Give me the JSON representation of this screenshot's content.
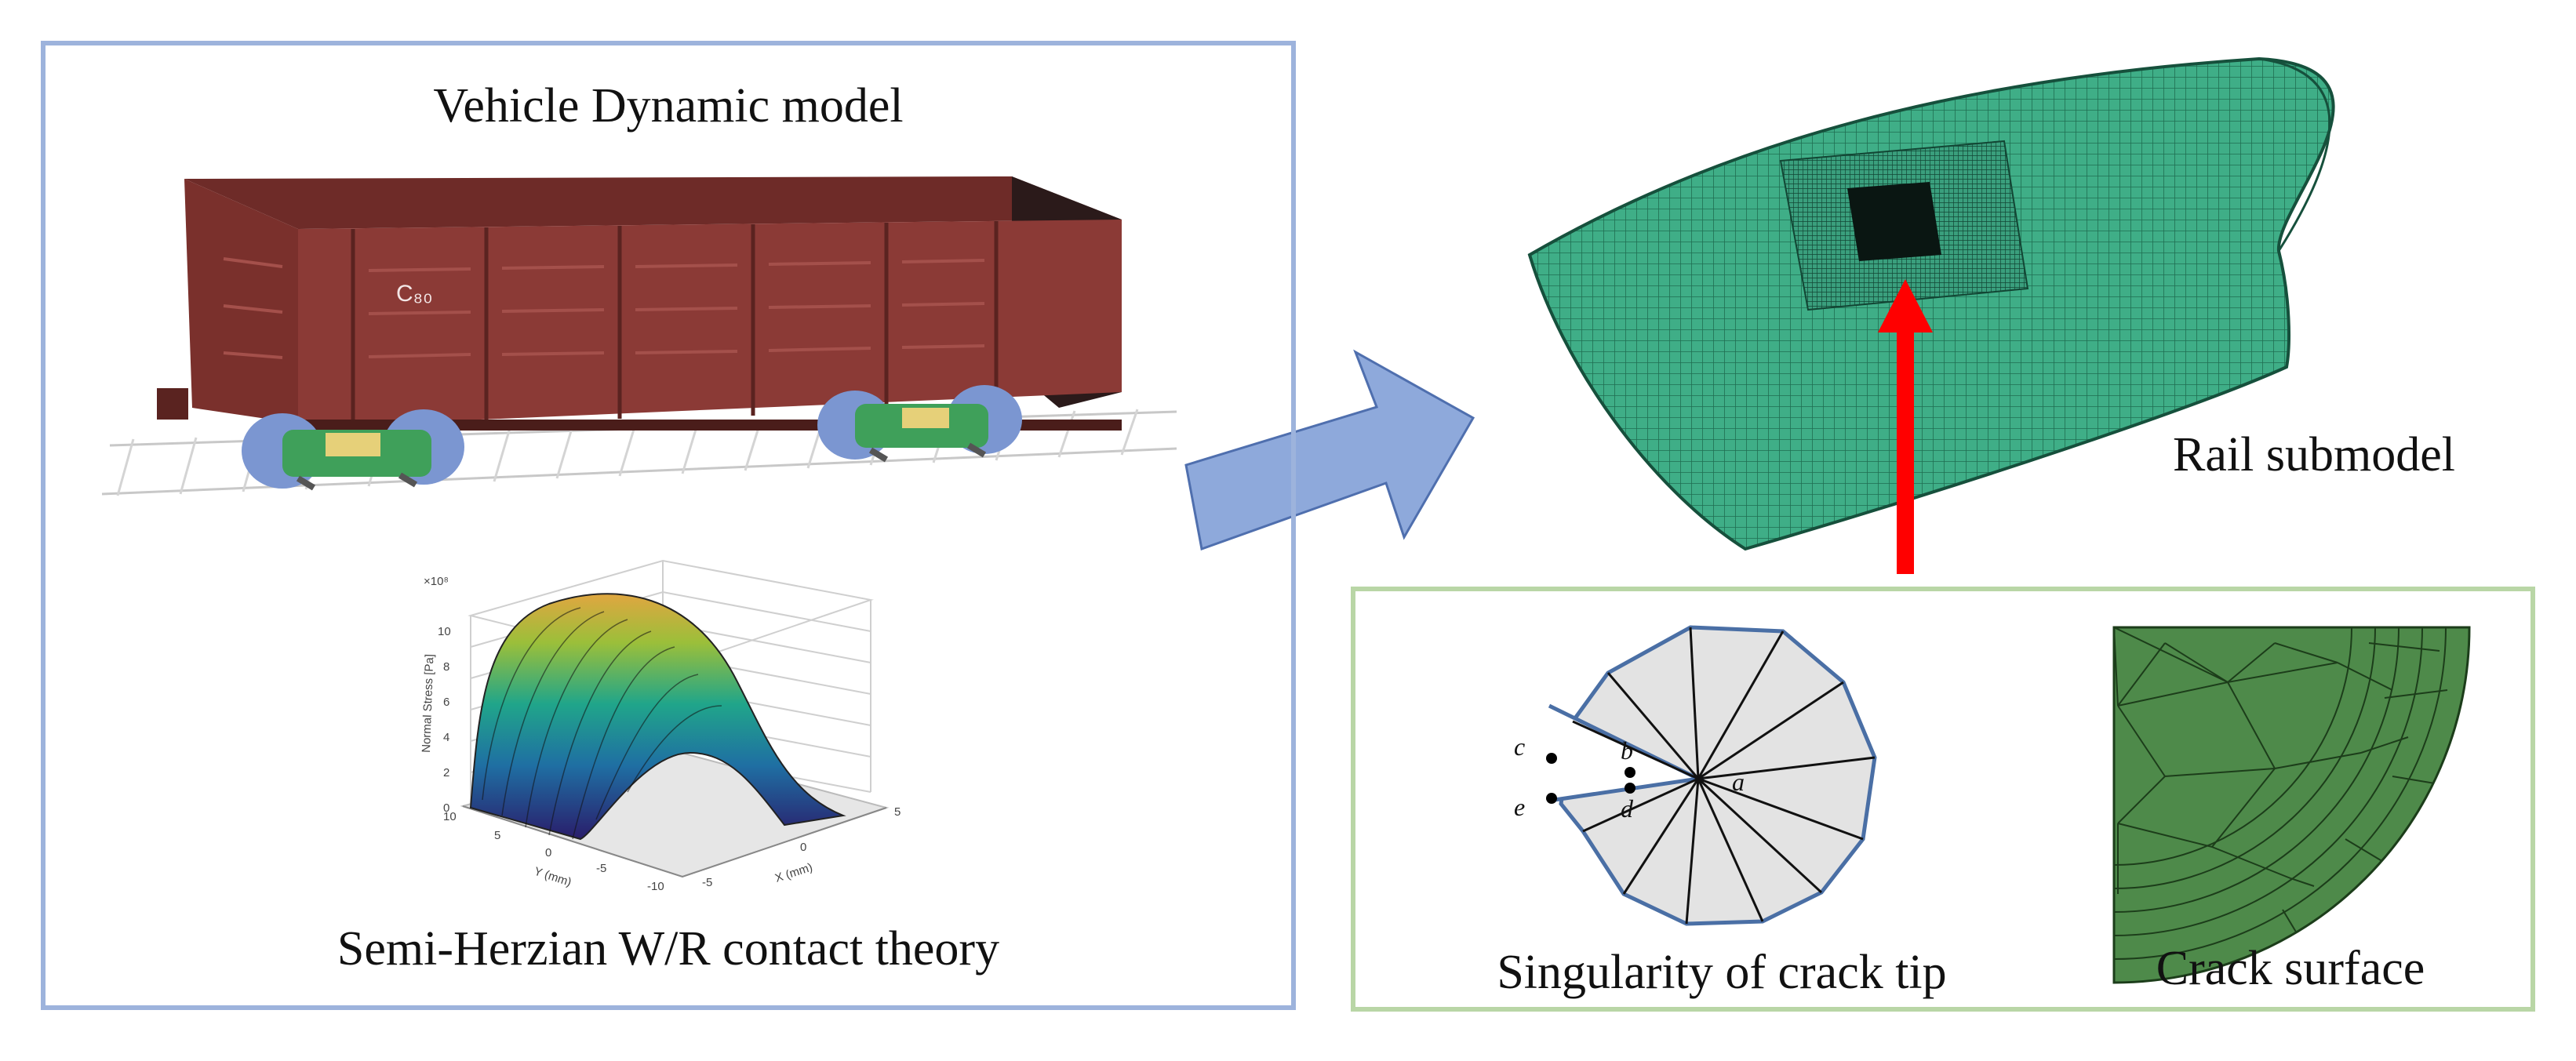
{
  "left_panel": {
    "title": "Vehicle Dynamic model",
    "car_code": "C₈₀",
    "plot": {
      "scale_note": "×10⁸",
      "zlabel": "Normal Stress [Pa]",
      "xlabel": "X (mm)",
      "ylabel": "Y (mm)",
      "z_ticks": [
        "0",
        "2",
        "4",
        "6",
        "8",
        "10"
      ],
      "y_ticks": [
        "10",
        "5",
        "0",
        "-5",
        "-10"
      ],
      "x_ticks": [
        "-5",
        "0",
        "5"
      ]
    },
    "caption": "Semi-Herzian W/R contact theory"
  },
  "right_panel": {
    "submodel_label": "Rail submodel",
    "crack_tip": {
      "caption": "Singularity of crack tip",
      "points": [
        "a",
        "b",
        "c",
        "d",
        "e"
      ]
    },
    "crack_surface": {
      "caption": "Crack surface"
    }
  },
  "colors": {
    "left_border": "#9db3dc",
    "right_border": "#b9d6a6",
    "flow_arrow": "#8ea9db",
    "rail_mesh": "#3fae87",
    "red_arrow": "#ff0000",
    "wagon": "#8b3a36",
    "crack_mesh": "#4e8a4a",
    "rosette_fill": "#e3e3e3",
    "rosette_edge": "#4a6fa5"
  }
}
